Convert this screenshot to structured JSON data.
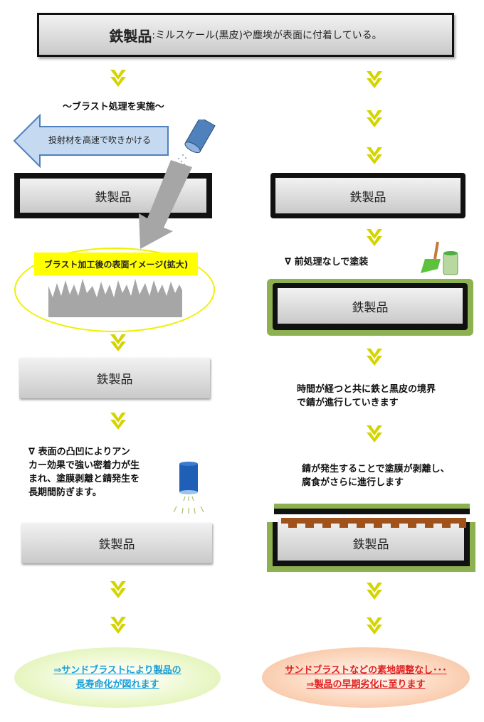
{
  "header": {
    "title": "鉄製品",
    "description": ":ミルスケール(黒皮)や塵埃が表面に付着している。"
  },
  "left": {
    "blast_heading": "～ブラスト処理を実施～",
    "arrow_label": "投射材を高速で吹きかける",
    "product_label": "鉄製品",
    "surface_label": "ブラスト加工後の表面イメージ(拡大)",
    "anchor_text": [
      "∇ 表面の凸凹によりアン",
      "カー効果で強い密着力が生",
      "まれ、塗膜剥離と錆発生を",
      "長期間防ぎます。"
    ],
    "result_text": [
      "⇒サンドブラストにより製品の",
      "長寿命化が図れます"
    ]
  },
  "right": {
    "product_label": "鉄製品",
    "paint_label": "∇ 前処理なしで塗装",
    "rust_text": [
      "時間が経つと共に鉄と黒皮の境界",
      "で錆が進行していきます"
    ],
    "peel_text": [
      "錆が発生することで塗膜が剥離し、",
      "腐食がさらに進行します"
    ],
    "result_text": [
      "サンドブラストなどの素地調整なし･･･",
      "⇒製品の早期劣化に至ります"
    ]
  },
  "colors": {
    "chevron": "#d4d400",
    "paint_green": "#8db050",
    "rust": "#a0521a",
    "result_blue": "#1a9fd6",
    "result_red": "#e02020"
  }
}
